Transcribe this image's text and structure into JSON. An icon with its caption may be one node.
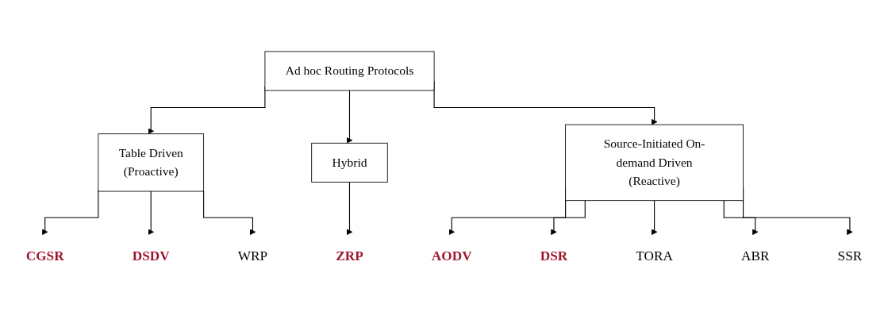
{
  "diagram": {
    "nodes": [
      {
        "text": [
          "Ad hoc Routing Protocols"
        ]
      },
      {
        "text": [
          "Table Driven",
          "(Proactive)"
        ]
      },
      {
        "text": [
          "Hybrid"
        ]
      },
      {
        "text": [
          "Source-Initiated On-demand Driven",
          "(Reactive)"
        ]
      },
      {
        "text": [
          "CGSR"
        ]
      },
      {
        "text": [
          "DSDV"
        ]
      },
      {
        "text": [
          "WRP"
        ]
      },
      {
        "text": [
          "ZRP"
        ]
      },
      {
        "text": [
          "AODV"
        ]
      },
      {
        "text": [
          "DSR"
        ]
      },
      {
        "text": [
          "TORA"
        ]
      },
      {
        "text": [
          "ABR"
        ]
      },
      {
        "text": [
          "SSR"
        ]
      }
    ],
    "edges": [
      {
        "from": 0,
        "to": 1,
        "arrow": "to"
      },
      {
        "from": 0,
        "to": 2,
        "arrow": "to"
      },
      {
        "from": 0,
        "to": 3,
        "arrow": "to"
      },
      {
        "from": 1,
        "to": 4,
        "arrow": "to"
      },
      {
        "from": 1,
        "to": 5,
        "arrow": "to"
      },
      {
        "from": 1,
        "to": 6,
        "arrow": "to"
      },
      {
        "from": 2,
        "to": 7,
        "arrow": "to"
      },
      {
        "from": 3,
        "to": 8,
        "arrow": "to"
      },
      {
        "from": 3,
        "to": 9,
        "arrow": "to"
      },
      {
        "from": 3,
        "to": 10,
        "arrow": "to"
      },
      {
        "from": 3,
        "to": 11,
        "arrow": "to"
      },
      {
        "from": 3,
        "to": 12,
        "arrow": "to"
      }
    ]
  }
}
